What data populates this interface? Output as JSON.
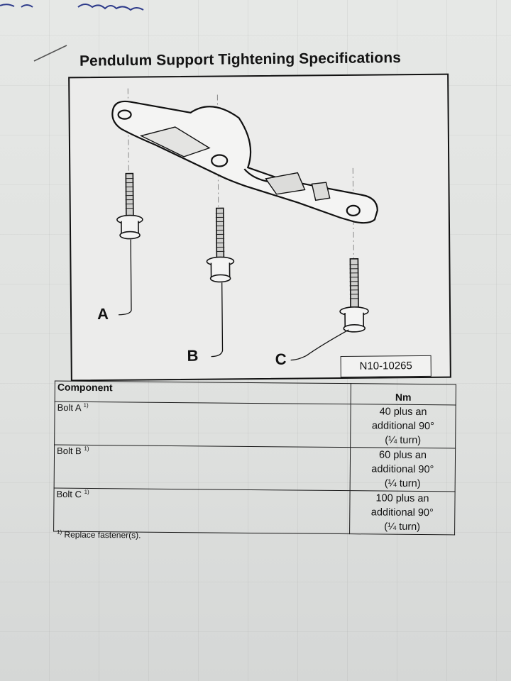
{
  "document": {
    "title": "Pendulum Support Tightening Specifications",
    "figure": {
      "callouts": [
        "A",
        "B",
        "C"
      ],
      "figure_code": "N10-10265"
    },
    "table": {
      "headers": {
        "component": "Component",
        "nm": "Nm"
      },
      "rows": [
        {
          "component": "Bolt A",
          "footnote_mark": "1)",
          "torque_lines": [
            "40 plus an",
            "additional 90°",
            "(¼ turn)"
          ]
        },
        {
          "component": "Bolt B",
          "footnote_mark": "1)",
          "torque_lines": [
            "60 plus an",
            "additional 90°",
            "(¼ turn)"
          ]
        },
        {
          "component": "Bolt C",
          "footnote_mark": "1)",
          "torque_lines": [
            "100 plus an",
            "additional 90°",
            "(¼ turn)"
          ]
        }
      ]
    },
    "footnote": {
      "mark": "1)",
      "text": "Replace fastener(s)."
    }
  }
}
